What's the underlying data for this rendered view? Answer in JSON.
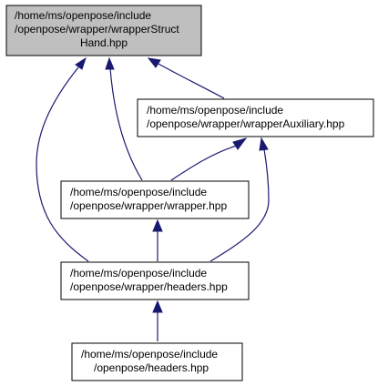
{
  "colors": {
    "highlight_fill": "#bfbfbf",
    "node_fill": "#ffffff",
    "node_border": "#000000",
    "edge": "#191970"
  },
  "nodes": {
    "wrapper_struct_hand": {
      "lines": [
        "/home/ms/openpose/include",
        "/openpose/wrapper/wrapperStruct",
        "Hand.hpp"
      ],
      "highlighted": true
    },
    "wrapper_auxiliary": {
      "lines": [
        "/home/ms/openpose/include",
        "/openpose/wrapper/wrapperAuxiliary.hpp"
      ],
      "highlighted": false
    },
    "wrapper": {
      "lines": [
        "/home/ms/openpose/include",
        "/openpose/wrapper/wrapper.hpp"
      ],
      "highlighted": false
    },
    "wrapper_headers": {
      "lines": [
        "/home/ms/openpose/include",
        "/openpose/wrapper/headers.hpp"
      ],
      "highlighted": false
    },
    "headers": {
      "lines": [
        "/home/ms/openpose/include",
        "/openpose/headers.hpp"
      ],
      "highlighted": false
    }
  },
  "edges": [
    {
      "from": "wrapper_auxiliary",
      "to": "wrapper_struct_hand"
    },
    {
      "from": "wrapper",
      "to": "wrapper_struct_hand"
    },
    {
      "from": "wrapper_headers",
      "to": "wrapper_struct_hand"
    },
    {
      "from": "wrapper",
      "to": "wrapper_auxiliary"
    },
    {
      "from": "wrapper_headers",
      "to": "wrapper_auxiliary"
    },
    {
      "from": "wrapper_headers",
      "to": "wrapper"
    },
    {
      "from": "headers",
      "to": "wrapper_headers"
    }
  ]
}
